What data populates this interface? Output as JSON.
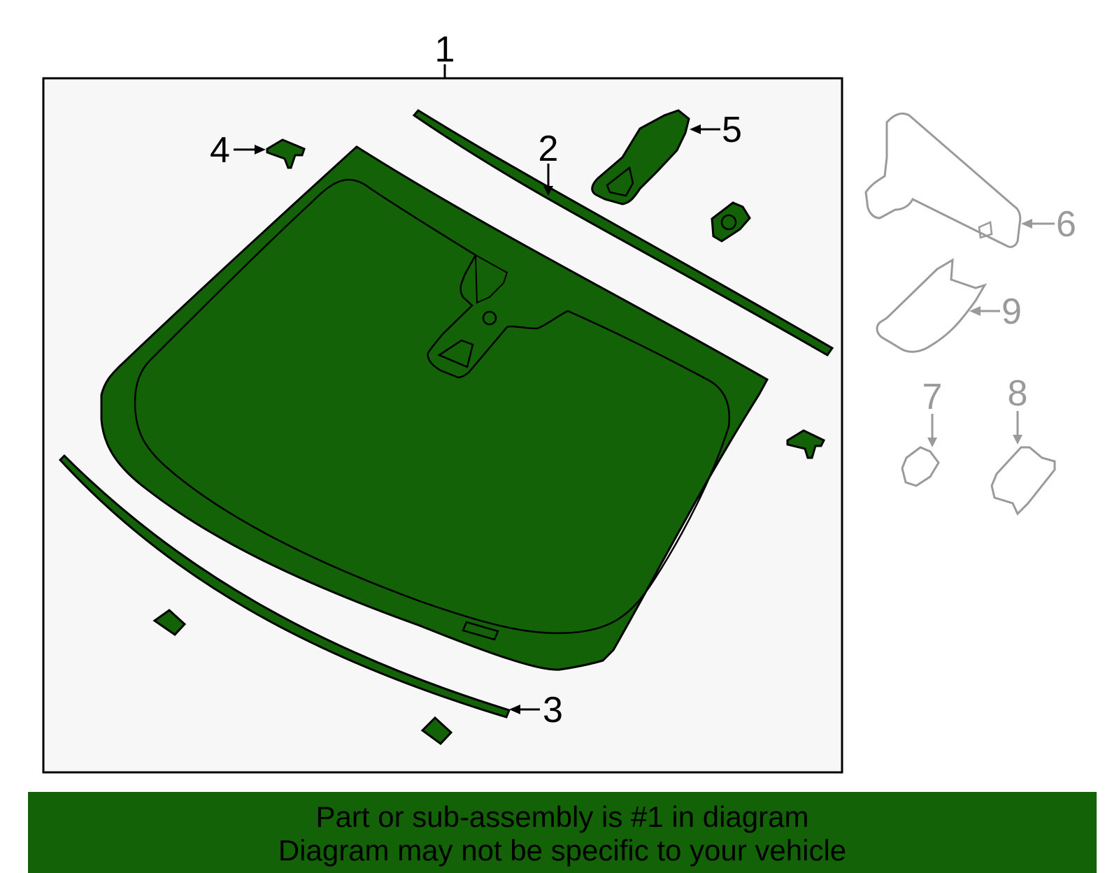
{
  "diagram": {
    "highlight_color": "#136207",
    "background_color": "#f7f7f7",
    "ghost_color": "#9a9a9a",
    "callouts": [
      {
        "number": "1",
        "part": "windshield-glass-assembly",
        "highlighted": true
      },
      {
        "number": "2",
        "part": "upper-molding",
        "highlighted": true
      },
      {
        "number": "3",
        "part": "lower-molding",
        "highlighted": true
      },
      {
        "number": "4",
        "part": "glass-support-clip",
        "highlighted": true
      },
      {
        "number": "5",
        "part": "mirror-mount-bracket",
        "highlighted": true
      },
      {
        "number": "6",
        "part": "rear-view-mirror",
        "highlighted": false
      },
      {
        "number": "7",
        "part": "mirror-retainer-clip",
        "highlighted": false
      },
      {
        "number": "8",
        "part": "sensor-bracket",
        "highlighted": false
      },
      {
        "number": "9",
        "part": "mirror-cover",
        "highlighted": false
      }
    ]
  },
  "banner": {
    "line1": "Part or sub-assembly is #1 in diagram",
    "line2": "Diagram may not be specific to your vehicle"
  }
}
